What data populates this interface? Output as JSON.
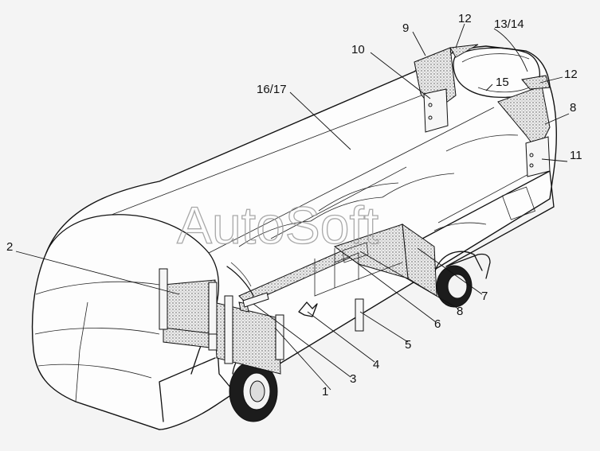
{
  "watermark": "AutoSoft",
  "callouts": [
    {
      "id": "c-2",
      "text": "2"
    },
    {
      "id": "c-1",
      "text": "1"
    },
    {
      "id": "c-3",
      "text": "3"
    },
    {
      "id": "c-4",
      "text": "4"
    },
    {
      "id": "c-5",
      "text": "5"
    },
    {
      "id": "c-6",
      "text": "6"
    },
    {
      "id": "c-8b",
      "text": "8"
    },
    {
      "id": "c-7",
      "text": "7"
    },
    {
      "id": "c-11",
      "text": "11"
    },
    {
      "id": "c-8a",
      "text": "8"
    },
    {
      "id": "c-12b",
      "text": "12"
    },
    {
      "id": "c-15",
      "text": "15"
    },
    {
      "id": "c-13-14",
      "text": "13/14"
    },
    {
      "id": "c-12a",
      "text": "12"
    },
    {
      "id": "c-9",
      "text": "9"
    },
    {
      "id": "c-10",
      "text": "10"
    },
    {
      "id": "c-16-17",
      "text": "16/17"
    }
  ]
}
